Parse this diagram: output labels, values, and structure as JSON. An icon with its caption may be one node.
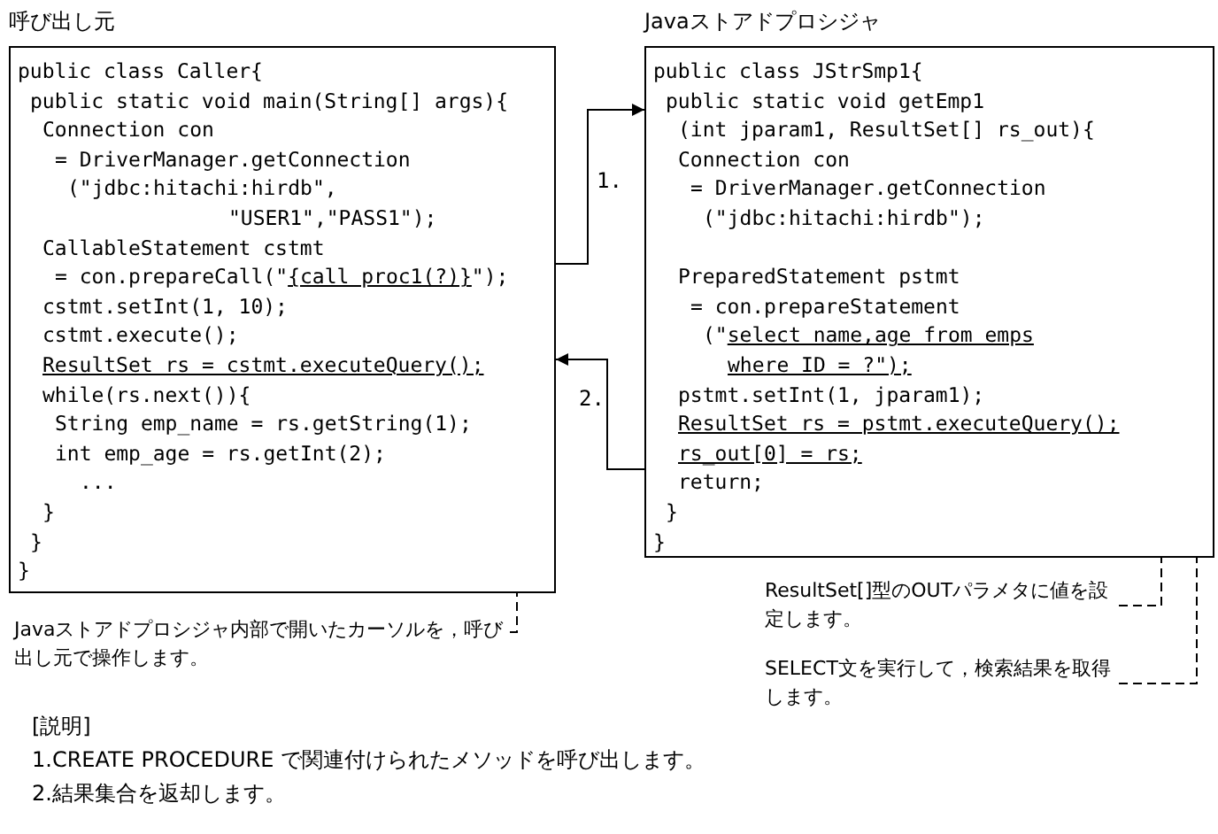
{
  "diagram": {
    "nodes": [
      {
        "text": [
          "呼び出し元",
          "public class Caller{",
          "public static void main(String[] args){",
          "Connection con",
          "= DriverManager.getConnection",
          "(\"jdbc:hitachi:hirdb\",",
          "\"USER1\",\"PASS1\");",
          "CallableStatement cstmt",
          "= con.prepareCall(\"{call proc1(?)}\");",
          "cstmt.setInt(1, 10);",
          "cstmt.execute();",
          "ResultSet rs = cstmt.executeQuery();",
          "while(rs.next()){",
          "String emp_name = rs.getString(1);",
          "int emp_age = rs.getInt(2);",
          "...",
          "}",
          "}",
          "}"
        ]
      },
      {
        "text": [
          "Javaストアドプロシジャ",
          "public class JStrSmp1{",
          "public static void getEmp1",
          "(int jparam1, ResultSet[] rs_out){",
          "Connection con",
          "= DriverManager.getConnection",
          "(\"jdbc:hitachi:hirdb\");",
          "PreparedStatement pstmt",
          "= con.prepareStatement",
          "(\"select name,age from emps",
          "where ID = ?\");",
          "pstmt.setInt(1, jparam1);",
          "ResultSet rs = pstmt.executeQuery();",
          "rs_out[0] = rs;",
          "return;",
          "}",
          "}"
        ]
      },
      {
        "text": [
          "Javaストアドプロシジャ内部で開いたカーソルを，呼び出し元で操作します。"
        ]
      },
      {
        "text": [
          "ResultSet[]型のOUTパラメタに値を設定します。"
        ]
      },
      {
        "text": [
          "SELECT文を実行して，検索結果を取得します。"
        ]
      }
    ],
    "edges": [
      {
        "from": 0,
        "to": 1,
        "arrow": "to",
        "label": "1."
      },
      {
        "from": 1,
        "to": 0,
        "arrow": "to",
        "label": "2."
      },
      {
        "from": 2,
        "to": 0,
        "arrow": "none",
        "style": "dashed"
      },
      {
        "from": 3,
        "to": 1,
        "arrow": "none",
        "style": "dashed"
      },
      {
        "from": 4,
        "to": 1,
        "arrow": "none",
        "style": "dashed"
      }
    ],
    "labels": [
      "[説明]",
      "1.CREATE PROCEDURE で関連付けられたメソッドを呼び出します。",
      "2.結果集合を返却します。"
    ]
  }
}
